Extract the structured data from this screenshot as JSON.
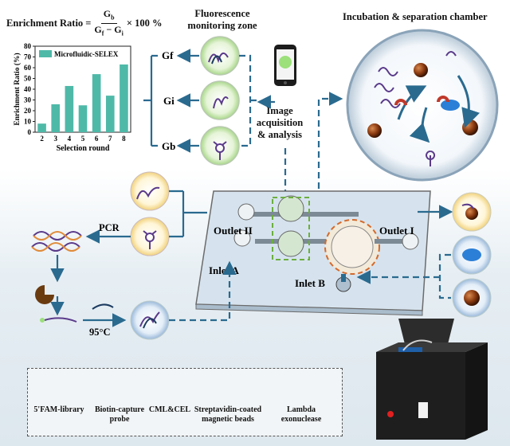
{
  "formula": {
    "prefix": "Enrichment Ratio =",
    "numerator": "G",
    "numerator_sub": "b",
    "denominator_a": "G",
    "denominator_a_sub": "f",
    "denominator_minus": " − ",
    "denominator_b": "G",
    "denominator_b_sub": "i",
    "suffix": "× 100 %"
  },
  "chart_data": {
    "type": "bar",
    "categories": [
      "2",
      "3",
      "4",
      "5",
      "6",
      "7",
      "8"
    ],
    "values": [
      8,
      26,
      43,
      25,
      54,
      34,
      63
    ],
    "xlabel": "Selection round",
    "ylabel": "Enrichment Ratio (%)",
    "ylim": [
      0,
      80
    ],
    "yticks": [
      "0",
      "10",
      "20",
      "30",
      "40",
      "50",
      "60",
      "70",
      "80"
    ],
    "series": [
      {
        "name": "Microfluidic-SELEX",
        "color": "#4fb9a8"
      }
    ]
  },
  "fluorescence": {
    "title_line1": "Fluorescence",
    "title_line2": "monitoring zone",
    "levels": [
      "Gf",
      "Gi",
      "Gb"
    ]
  },
  "image_analysis": {
    "line1": "Image",
    "line2": "acquisition",
    "line3": "& analysis"
  },
  "chamber": {
    "title": "Incubation & separation chamber"
  },
  "chip": {
    "outlet2": "Outlet II",
    "outlet1": "Outlet I",
    "inlet_a": "Inlet A",
    "inlet_b": "Inlet B"
  },
  "process": {
    "pcr": "PCR",
    "temp": "95°C"
  },
  "legend": {
    "items": [
      {
        "line1": "5'FAM-library",
        "line2": ""
      },
      {
        "line1": "Biotin-capture",
        "line2": "probe"
      },
      {
        "line1": "CML&CEL",
        "line2": ""
      },
      {
        "line1": "Streptavidin-coated",
        "line2": "magnetic beads"
      },
      {
        "line1": "Lambda",
        "line2": "exonuclease"
      }
    ]
  },
  "colors": {
    "arrow": "#2a6a8f",
    "bar": "#4fb9a8",
    "bead": "#8a3a10",
    "cml": "#2c7fd6",
    "exo": "#6b3b10",
    "glow": "#9be07a"
  }
}
